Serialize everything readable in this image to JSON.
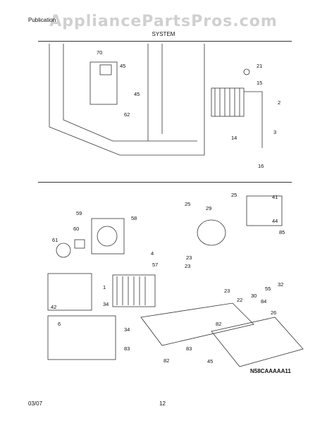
{
  "header": {
    "publication_prefix": "Publication",
    "watermark": "AppliancePartsPros.com",
    "section_title": "SYSTEM"
  },
  "footer": {
    "date": "03/07",
    "page_number": "12"
  },
  "diagram_code": "N58CAAAAA11",
  "callouts": {
    "upper": [
      "70",
      "45",
      "45",
      "62",
      "21",
      "15",
      "2",
      "3",
      "14",
      "16"
    ],
    "lower": [
      "59",
      "58",
      "60",
      "61",
      "42",
      "6",
      "1",
      "4",
      "57",
      "34",
      "34",
      "83",
      "82",
      "23",
      "23",
      "23",
      "25",
      "25",
      "29",
      "41",
      "44",
      "85",
      "30",
      "55",
      "32",
      "22",
      "84",
      "26",
      "82",
      "83",
      "45"
    ]
  }
}
